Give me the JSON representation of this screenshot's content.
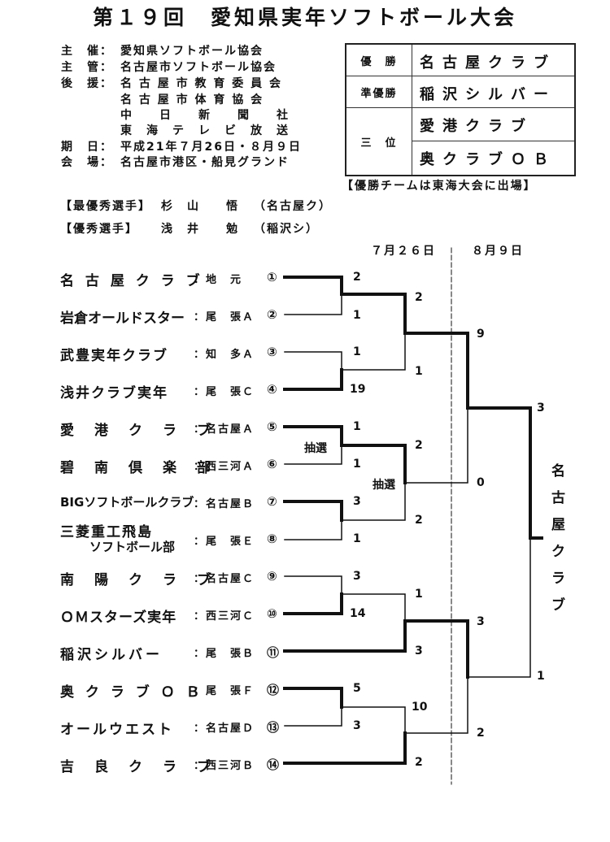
{
  "title": "第１９回　愛知県実年ソフトボール大会",
  "info": [
    {
      "label": "主　催：",
      "value": "愛知県ソフトボール協会"
    },
    {
      "label": "主　管：",
      "value": "名古屋市ソフトボール協会"
    },
    {
      "label": "後　援：",
      "value": "名 古 屋 市 教 育 委 員 会"
    },
    {
      "label": "",
      "value": "名 古 屋 市 体 育 協 会"
    },
    {
      "label": "",
      "value": "中　　日　　新　　聞　　社"
    },
    {
      "label": "",
      "value": "東　海　テ　レ　ビ　放　送"
    },
    {
      "label": "期　日：",
      "value": "平成21年７月26日・８月９日"
    },
    {
      "label": "会　場：",
      "value": "名古屋市港区・船見グランド"
    }
  ],
  "results": {
    "champion_label": "優　勝",
    "champion": "名古屋クラブ",
    "runnerup_label": "準優勝",
    "runnerup": "稲沢シルバー",
    "third_label": "三　位",
    "third": [
      "愛港クラブ",
      "奥クラブＯＢ"
    ]
  },
  "note": "【優勝チームは東海大会に出場】",
  "awards": {
    "mvp_label": "【最優秀選手】",
    "mvp_name": "杉　山　　悟",
    "mvp_team": "（名古屋ク）",
    "excellent_label": "【優秀選手】",
    "excellent_name": "浅　井　　勉",
    "excellent_team": "（稲沢シ）"
  },
  "dates": {
    "day1": "７月２６日",
    "day2": "８月９日"
  },
  "teams": [
    {
      "name": "名 古 屋 ク ラ ブ",
      "area": "：地　元",
      "num": "①"
    },
    {
      "name": "岩倉オールドスター",
      "area": "：尾　張Ａ",
      "num": "②"
    },
    {
      "name": "武豊実年クラブ",
      "area": "：知　多Ａ",
      "num": "③"
    },
    {
      "name": "浅井クラブ実年",
      "area": "：尾　張Ｃ",
      "num": "④"
    },
    {
      "name": "愛　港　ク　ラ　ブ",
      "area": "：名古屋Ａ",
      "num": "⑤"
    },
    {
      "name": "碧　南　倶　楽　部",
      "area": "：西三河Ａ",
      "num": "⑥"
    },
    {
      "name": "BIGソフトボールクラブ",
      "area": "：名古屋Ｂ",
      "num": "⑦"
    },
    {
      "name": "三菱重工飛島",
      "name2": "ソフトボール部",
      "area": "：尾　張Ｅ",
      "num": "⑧"
    },
    {
      "name": "南　陽　ク　ラ　ブ",
      "area": "：名古屋Ｃ",
      "num": "⑨"
    },
    {
      "name": "ＯＭスターズ実年",
      "area": "：西三河Ｃ",
      "num": "⑩"
    },
    {
      "name": "稲沢シルバー",
      "area": "：尾　張Ｂ",
      "num": "⑪"
    },
    {
      "name": "奥 ク ラ ブ Ｏ Ｂ",
      "area": "：尾　張Ｆ",
      "num": "⑫"
    },
    {
      "name": "オールウエスト",
      "area": "：名古屋Ｄ",
      "num": "⑬"
    },
    {
      "name": "吉　良　ク　ラ　ブ",
      "area": "：西三河Ｂ",
      "num": "⑭"
    }
  ],
  "lottery_label": "抽選",
  "scores": {
    "r1": [
      "2",
      "1",
      "1",
      "19",
      "1",
      "1",
      "3",
      "1",
      "3",
      "14",
      "5",
      "3"
    ],
    "r2": [
      "2",
      "1",
      "2",
      "2",
      "1",
      "3",
      "10",
      "2"
    ],
    "sf": [
      "9",
      "0",
      "3",
      "2"
    ],
    "final": [
      "3",
      "1"
    ]
  },
  "final_winner": [
    "名",
    "古",
    "屋",
    "ク",
    "ラ",
    "ブ"
  ]
}
